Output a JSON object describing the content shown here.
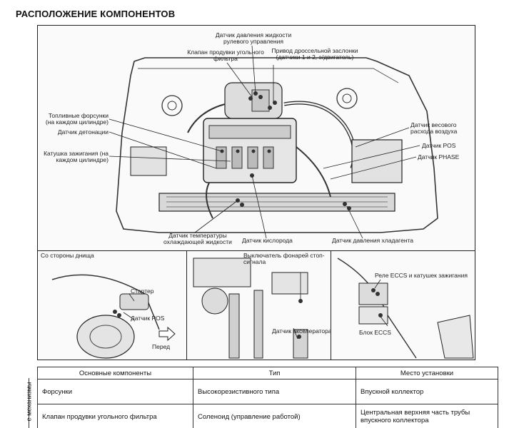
{
  "page": {
    "title": "РАСПОЛОЖЕНИЕ КОМПОНЕНТОВ"
  },
  "engine_labels": {
    "power_steering_pressure_sensor": "Датчик давления жидкости рулевого управления",
    "evap_purge_valve": "Клапан продувки угольного фильтра",
    "throttle_actuator": "Привод дроссельной заслонки (датчики 1 и 2, э/двигатель)",
    "fuel_injectors": "Топливные форсунки (на каждом цилиндре)",
    "knock_sensor": "Датчик детонации",
    "ignition_coil": "Катушка зажигания (на каждом цилиндре)",
    "maf_sensor": "Датчик весового расхода воздуха",
    "pos_sensor": "Датчик POS",
    "phase_sensor": "Датчик PHASE",
    "coolant_temp_sensor": "Датчик температуры охлаждающей жидкости",
    "oxygen_sensor": "Датчик кислорода",
    "refrigerant_pressure_sensor": "Датчик давления хладагента"
  },
  "panel1": {
    "heading": "Со стороны днища",
    "starter": "Стартер",
    "pos_sensor": "Датчик POS",
    "front": "Перед"
  },
  "panel2": {
    "brake_light_switch": "Выключатель фонарей стоп-сигнала",
    "accelerator_sensor": "Датчик акселератора"
  },
  "panel3": {
    "relay": "Реле ECCS и катушек зажигания",
    "ecu": "Блок ECCS"
  },
  "table": {
    "side_label": "е механизмы",
    "headers": [
      "Основные компоненты",
      "Тип",
      "Место установки"
    ],
    "rows": [
      [
        "Форсунки",
        "Высокорезистивного типа",
        "Впускной коллектор"
      ],
      [
        "Клапан продувки угольного фильтра",
        "Соленоид (управление работой)",
        "Центральная верхняя часть трубы впускного коллектора"
      ]
    ]
  }
}
